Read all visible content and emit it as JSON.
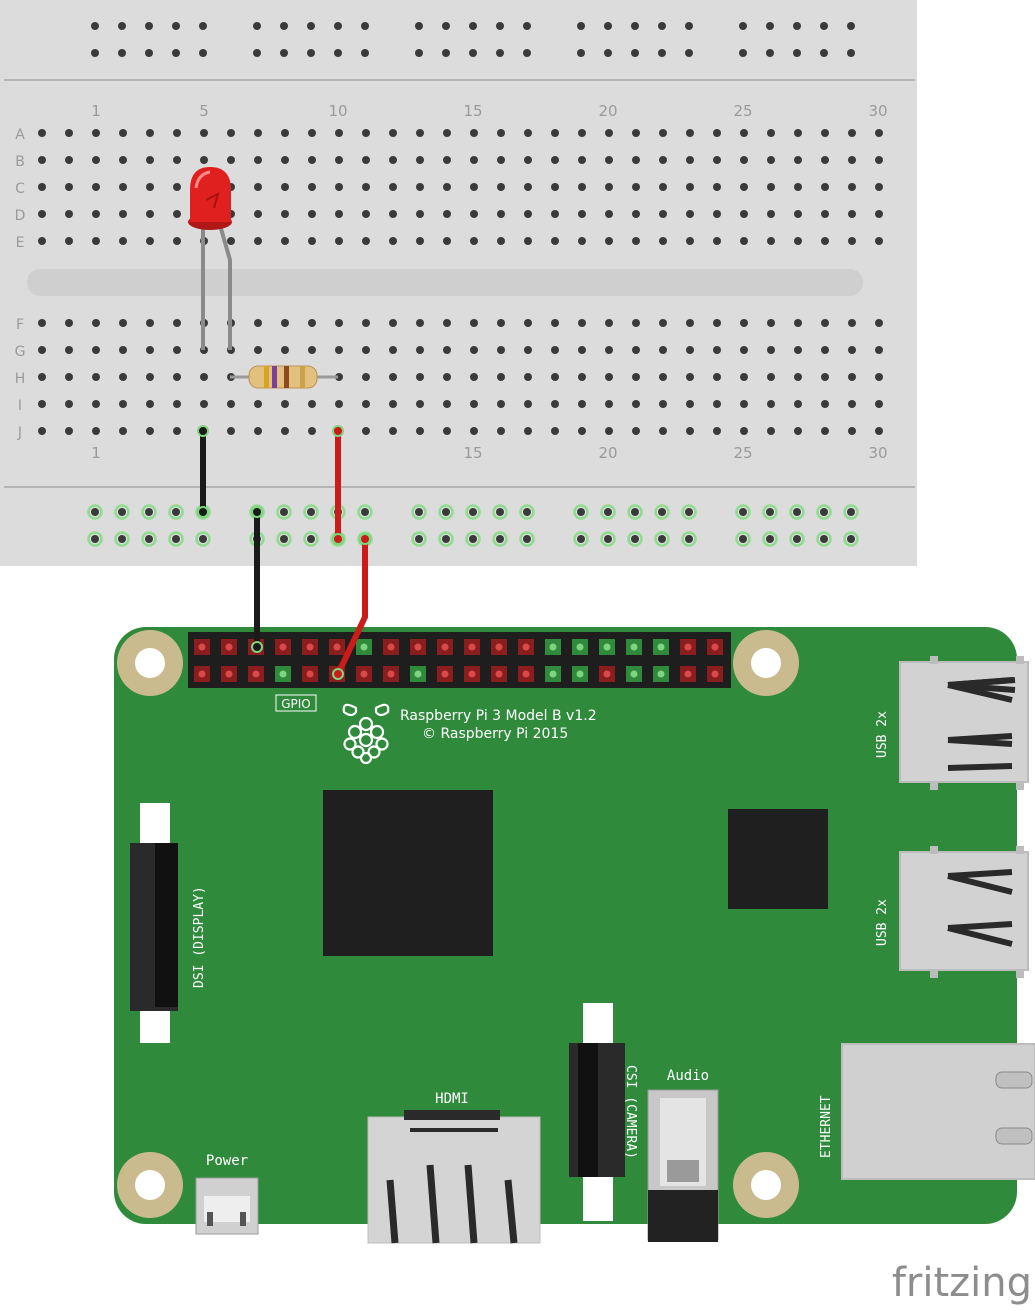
{
  "breadboard": {
    "column_numbers": [
      "1",
      "5",
      "10",
      "15",
      "20",
      "25",
      "30"
    ],
    "row_letters_top": [
      "A",
      "B",
      "C",
      "D",
      "E"
    ],
    "row_letters_bottom": [
      "F",
      "G",
      "H",
      "I",
      "J"
    ]
  },
  "board": {
    "model_line1": "Raspberry Pi 3 Model B v1.2",
    "model_line2": "© Raspberry Pi 2015",
    "gpio_label": "GPIO",
    "usb_label_1": "USB 2x",
    "usb_label_2": "USB 2x",
    "dsi_label": "DSI (DISPLAY)",
    "csi_label": "CSI (CAMERA)",
    "hdmi_label": "HDMI",
    "audio_label": "Audio",
    "power_label": "Power",
    "ethernet_label": "ETHERNET"
  },
  "components": {
    "led_color": "#e0201e",
    "wire_ground_color": "#1a1a1a",
    "wire_signal_color": "#cc1b1b",
    "board_color": "#2f8a3b"
  },
  "watermark": {
    "text": "fritzing"
  }
}
